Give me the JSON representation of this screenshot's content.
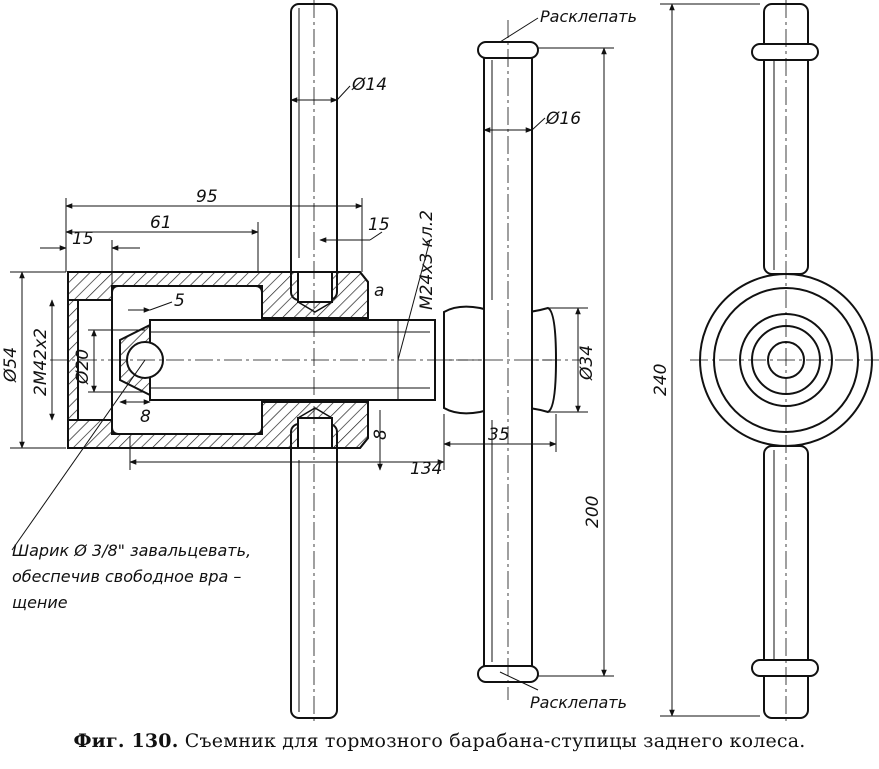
{
  "caption": {
    "figure_label": "Фиг. 130.",
    "text": "Съемник для тормозного барабана-ступицы заднего колеса."
  },
  "dimensions": {
    "handle_diameter": "Ø14",
    "bar_diameter": "Ø16",
    "overall_95": "95",
    "inner_61": "61",
    "offset_15_left": "15",
    "offset_15_right": "15",
    "offset_5": "5",
    "offset_8_ball": "8",
    "offset_8_lower": "8",
    "length_134": "134",
    "length_35": "35",
    "body_diameter": "Ø54",
    "bore_thread": "2M42x2",
    "ball_seat_diameter": "Ø20",
    "screw_thread": "M24x3 кл.2",
    "knob_diameter": "Ø34",
    "bar_length": "200",
    "overall_height": "240",
    "mark_a": "a"
  },
  "notes": {
    "rivet_top": "Расклепать",
    "rivet_bottom": "Расклепать",
    "ball_line1": "Шарик Ø 3/8\" завальцевать,",
    "ball_line2": "обеспечив свободное вра –",
    "ball_line3": "щение"
  }
}
